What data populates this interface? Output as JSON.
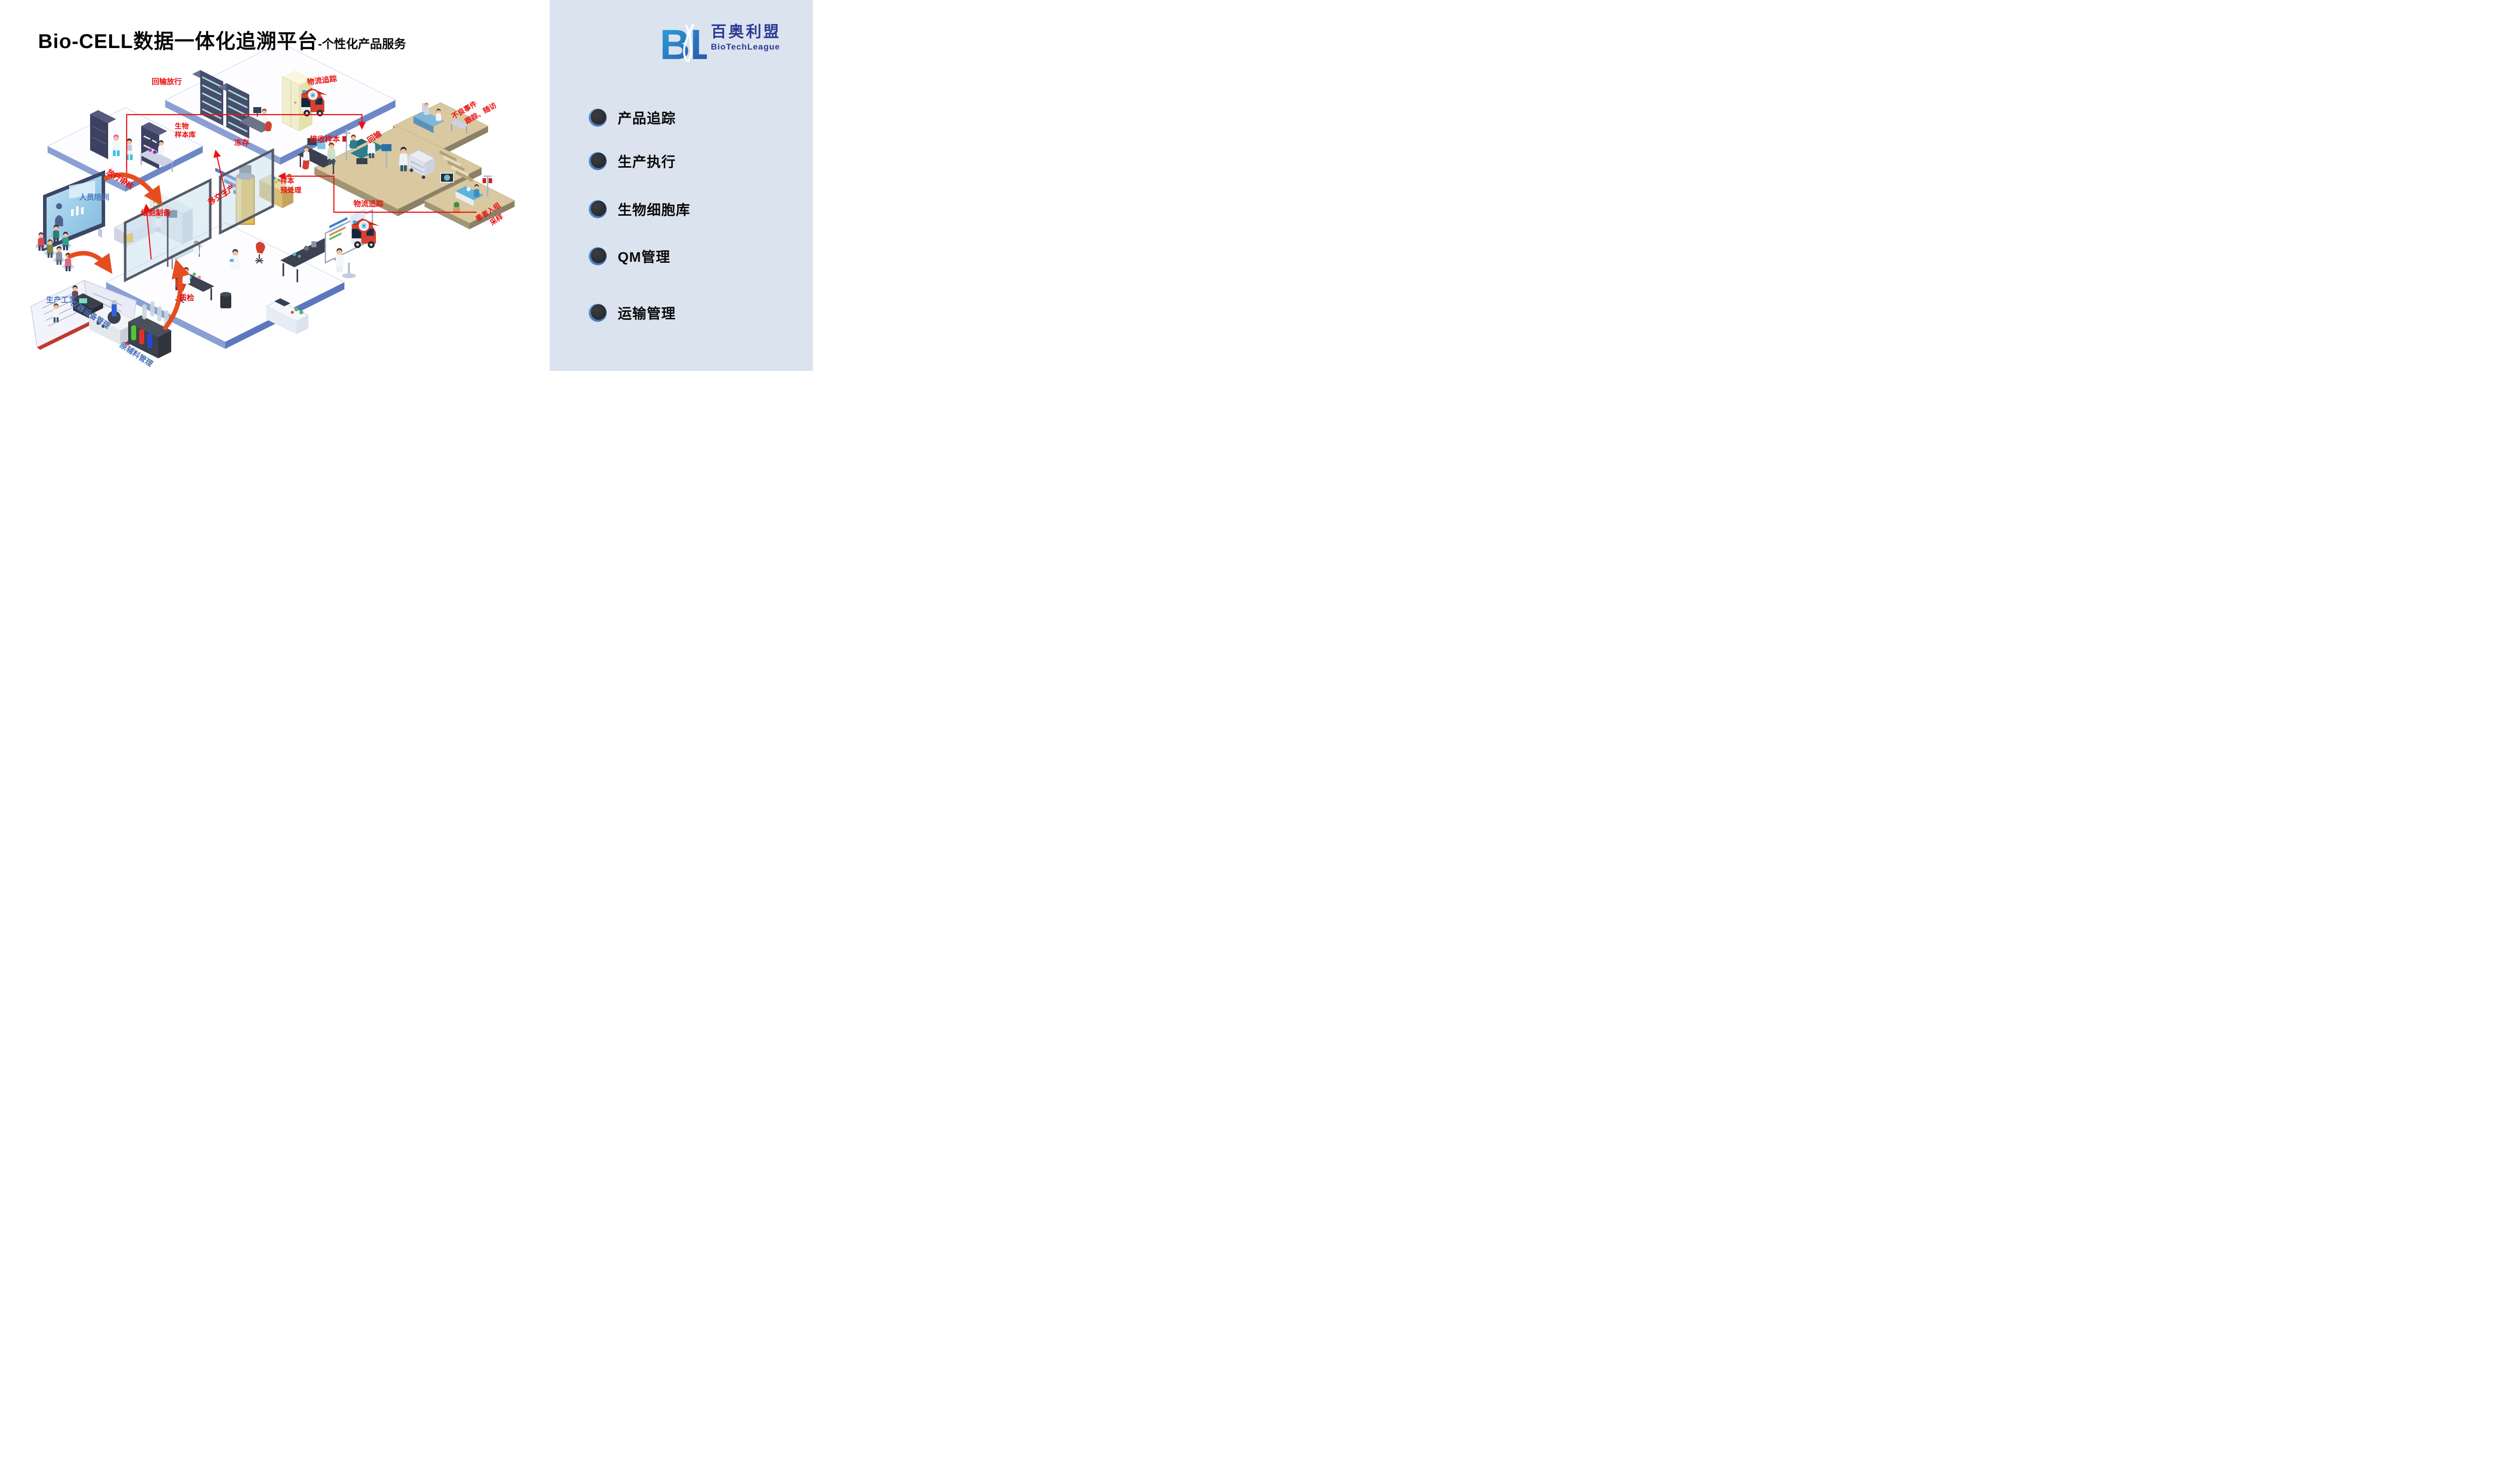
{
  "title": {
    "main": "Bio-CELL数据一体化追溯平台",
    "suffix": "-个性化产品服务"
  },
  "logo": {
    "mark": "BL",
    "name_cn": "百奥利盟",
    "name_en": "BioTechLeague"
  },
  "sidebar": {
    "bullet_icon": "sphere-bullet-icon",
    "items": [
      {
        "label": "产品追踪"
      },
      {
        "label": "生产执行"
      },
      {
        "label": "生物细胞库"
      },
      {
        "label": "QM管理"
      },
      {
        "label": "运输管理"
      }
    ]
  },
  "diagram": {
    "labels": {
      "reinfusion_release": "回输放行",
      "logistics_top": "物流追踪",
      "bio_bank_l1": "生物",
      "bio_bank_l2": "样本库",
      "cryo": "冻存",
      "receive_sample": "接收样本",
      "reinfusion": "回输",
      "adverse_l1": "不良事件",
      "adverse_l2": "跟踪、随访",
      "release_review": "放行审核",
      "personnel_training": "人员培训",
      "cell_prep": "细胞制备",
      "transfer_production": "移交生产",
      "sample_pre_l1": "样本",
      "sample_pre_l2": "预处理",
      "logistics_bottom": "物流追踪",
      "patient_l1": "患者入组",
      "patient_l2": "采样",
      "production_process": "生产工艺",
      "qc": "质检",
      "equipment_mgmt": "仪器设备管理",
      "material_mgmt": "原辅料管理"
    },
    "colors": {
      "station_label_red": "#ea0f0f",
      "station_label_blue": "#4a72b8",
      "flow_arrow": "#e54d20",
      "sidebar_bg": "#dbe3ef",
      "logo_navy": "#2b3a92"
    },
    "icons": {
      "ambulance": "ambulance-icon"
    }
  }
}
